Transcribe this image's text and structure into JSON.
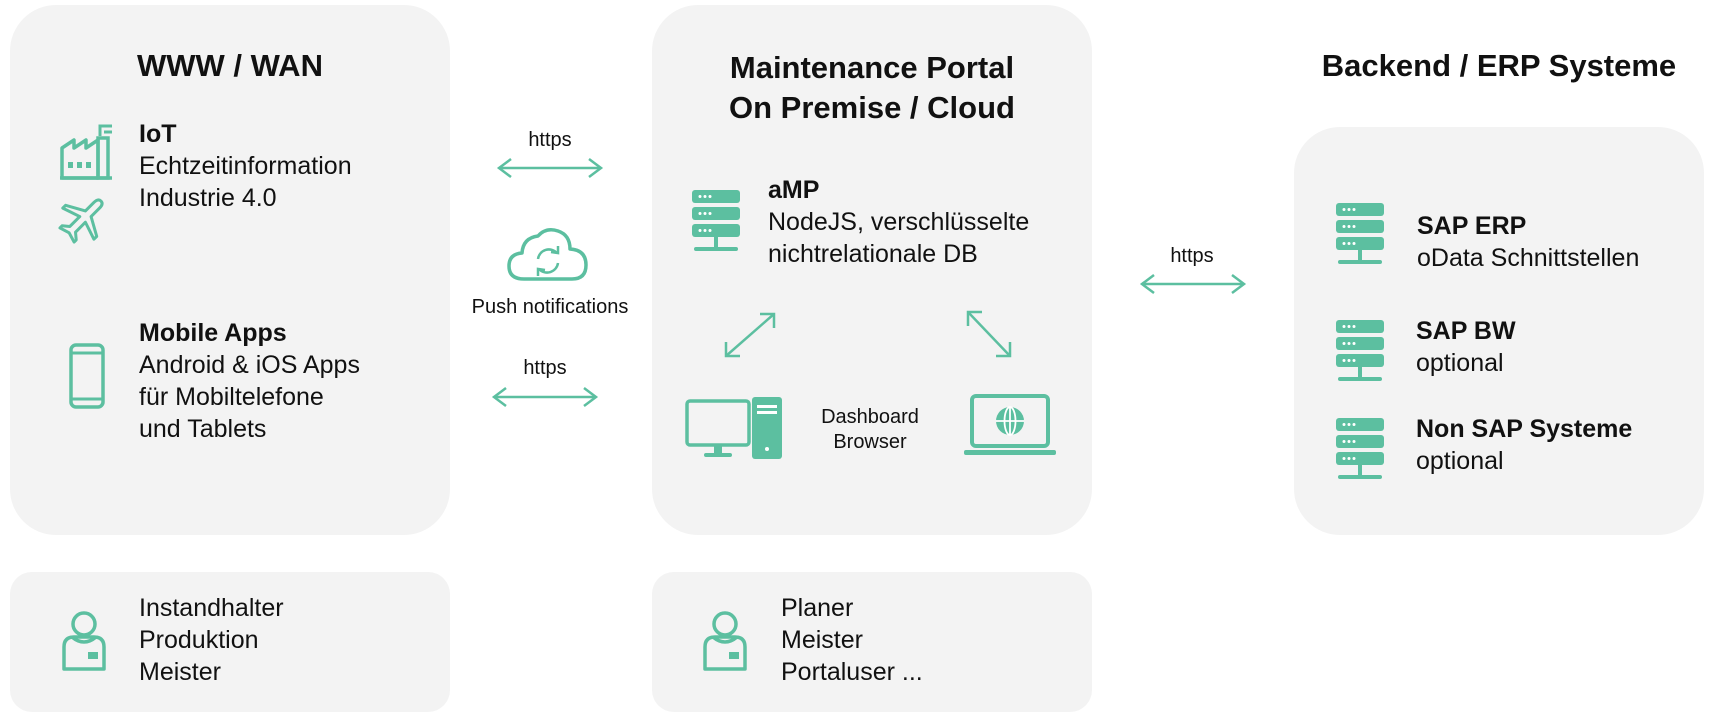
{
  "colors": {
    "accent": "#5cbfa0",
    "panel": "#f3f3f3",
    "text": "#111111"
  },
  "wan": {
    "title": "WWW / WAN",
    "iot": {
      "heading": "IoT",
      "line1": "Echtzeitinformation",
      "line2": "Industrie 4.0",
      "icons": [
        "factory-icon",
        "airplane-icon"
      ]
    },
    "mobile": {
      "heading": "Mobile Apps",
      "line1": "Android & iOS Apps",
      "line2": "für Mobiltelefone",
      "line3": "und Tablets",
      "icon": "smartphone-icon"
    }
  },
  "connectors": {
    "top_https": "https",
    "push": "Push notifications",
    "bottom_https": "https",
    "right_https": "https"
  },
  "portal": {
    "title_line1": "Maintenance Portal",
    "title_line2": "On Premise / Cloud",
    "server": {
      "heading": "aMP",
      "line1": "NodeJS, verschlüsselte",
      "line2": "nichtrelationale DB",
      "icon": "server-icon"
    },
    "dashboard": {
      "line1": "Dashboard",
      "line2": "Browser",
      "icons": [
        "desktop-computer-icon",
        "laptop-globe-icon"
      ]
    }
  },
  "backend": {
    "title": "Backend / ERP Systeme",
    "items": [
      {
        "heading": "SAP ERP",
        "sub": "oData Schnittstellen"
      },
      {
        "heading": "SAP BW",
        "sub": "optional"
      },
      {
        "heading": "Non SAP Systeme",
        "sub": "optional"
      }
    ]
  },
  "users": [
    {
      "lines": [
        "Instandhalter",
        "Produktion",
        "Meister"
      ],
      "icon": "user-icon"
    },
    {
      "lines": [
        "Planer",
        "Meister",
        "Portaluser ..."
      ],
      "icon": "user-icon"
    }
  ]
}
